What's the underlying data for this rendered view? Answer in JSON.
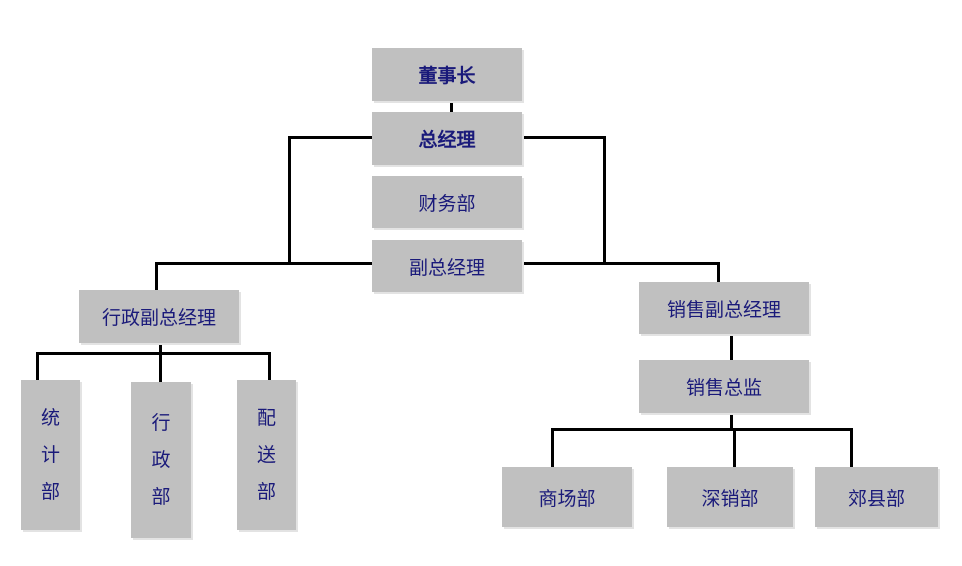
{
  "org": {
    "chairman": "董事长",
    "gm": "总经理",
    "finance": "财务部",
    "deputy_gm": "副总经理",
    "admin_vp": "行政副总经理",
    "sales_vp": "销售副总经理",
    "sales_director": "销售总监",
    "stats_dept": [
      "统",
      "计",
      "部"
    ],
    "admin_dept": [
      "行",
      "政",
      "部"
    ],
    "delivery_dept": [
      "配",
      "送",
      "部"
    ],
    "mall_dept": "商场部",
    "shenzhen_sales_dept": "深销部",
    "suburb_dept": "郊县部"
  },
  "colors": {
    "box": "#c0c0c0",
    "text": "#1a1a7a",
    "line": "#000000"
  }
}
